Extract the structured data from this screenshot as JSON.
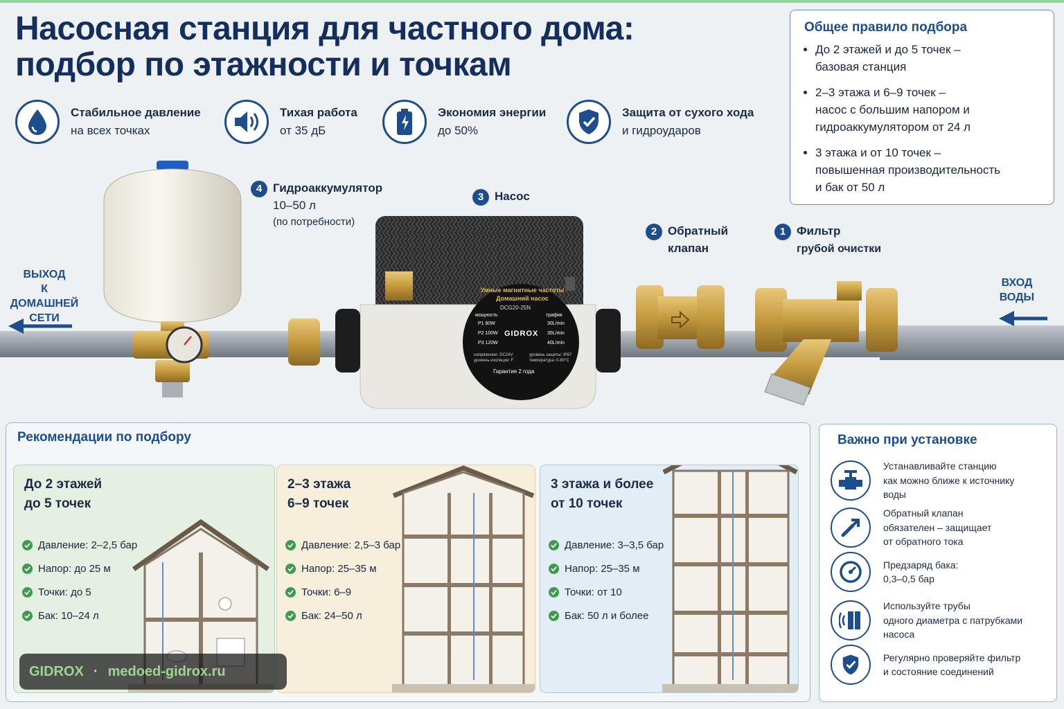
{
  "title": {
    "line1": "Насосная станция для частного дома:",
    "line2": "подбор по этажности и точкам"
  },
  "features": [
    {
      "icon": "water-drop-icon",
      "bold": "Стабильное давление",
      "text": "на всех точках"
    },
    {
      "icon": "speaker-icon",
      "bold": "Тихая работа",
      "text": "от 35 дБ"
    },
    {
      "icon": "battery-icon",
      "bold": "Экономия энергии",
      "text": "до 50%"
    },
    {
      "icon": "shield-check-icon",
      "bold": "Защита от сухого хода",
      "text": "и гидроударов"
    }
  ],
  "rule": {
    "title": "Общее правило подбора",
    "items": [
      {
        "l1": "До 2 этажей и до 5 точек –",
        "l2": "базовая станция",
        "l3": ""
      },
      {
        "l1": "2–3 этажа и 6–9 точек –",
        "l2": "насос с большим напором и",
        "l3": "гидроаккумулятором от 24 л"
      },
      {
        "l1": "3 этажа и от 10 точек –",
        "l2": "повышенная производительность",
        "l3": "и бак от 50 л"
      }
    ]
  },
  "components": {
    "c4": {
      "num": "4",
      "name": "Гидроаккумулятор",
      "l2": "10–50 л",
      "l3": "(по потребности)"
    },
    "c3": {
      "num": "3",
      "name": "Насос"
    },
    "c2": {
      "num": "2",
      "name": "Обратный",
      "l2": "клапан"
    },
    "c1": {
      "num": "1",
      "name": "Фильтр",
      "l2": "грубой очистки"
    }
  },
  "flow": {
    "out_l1": "ВЫХОД",
    "out_l2": "К ДОМАШНЕЙ",
    "out_l3": "СЕТИ",
    "in_l1": "ВХОД",
    "in_l2": "ВОДЫ"
  },
  "pump": {
    "arc_text": "Умные магнитные частоты",
    "arc_text2": "Домашний насос",
    "model": "DCG20-25N",
    "brand": "GIDROX",
    "power_label": "мощность",
    "traffic_label": "трафик",
    "powers": [
      "P1 80W",
      "P2 100W",
      "P3 120W"
    ],
    "flows": [
      "30L/min",
      "35L/min",
      "40L/min"
    ],
    "info1": "напряжение: DC24V",
    "info2": "уровень изоляции: F",
    "info3": "уровень защиты: IP67",
    "info4": "температура: 0-80°C",
    "warranty": "Гарантия 2 года"
  },
  "recommendations": {
    "title": "Рекомендации по подбору",
    "columns": [
      {
        "h1": "До 2 этажей",
        "h2": "до 5 точек",
        "specs": [
          "Давление: 2–2,5 бар",
          "Напор: до 25 м",
          "Точки: до 5",
          "Бак: 10–24 л"
        ]
      },
      {
        "h1": "2–3 этажа",
        "h2": "6–9 точек",
        "specs": [
          "Давление: 2,5–3 бар",
          "Напор: 25–35 м",
          "Точки: 6–9",
          "Бак: 24–50 л"
        ]
      },
      {
        "h1": "3 этажа и более",
        "h2": "от 10 точек",
        "specs": [
          "Давление: 3–3,5 бар",
          "Напор: 25–35 м",
          "Точки: от 10",
          "Бак: 50 л и более"
        ]
      }
    ]
  },
  "important": {
    "title": "Важно при установке",
    "items": [
      {
        "icon": "valve-icon",
        "l1": "Устанавливайте станцию",
        "l2": "как можно ближе к источнику",
        "l3": "воды"
      },
      {
        "icon": "wrench-icon",
        "l1": "Обратный клапан",
        "l2": "обязателен – защищает",
        "l3": "от обратного тока"
      },
      {
        "icon": "gauge-icon",
        "l1": "Предзаряд бака:",
        "l2": "0,3–0,5 бар",
        "l3": ""
      },
      {
        "icon": "pipe-icon",
        "l1": "Используйте трубы",
        "l2": "одного диаметра с патрубками",
        "l3": "насоса"
      },
      {
        "icon": "shield-check-icon",
        "l1": "Регулярно проверяйте фильтр",
        "l2": "и состояние соединений",
        "l3": ""
      }
    ]
  },
  "watermark": {
    "brand": "GIDROX",
    "sep": "·",
    "site": "medoed-gidrox.ru"
  },
  "colors": {
    "accent": "#1d4d8c",
    "check": "#3e9a4e",
    "col1": "#e6f0e2",
    "col2": "#f7efdc",
    "col3": "#e3edf6"
  }
}
